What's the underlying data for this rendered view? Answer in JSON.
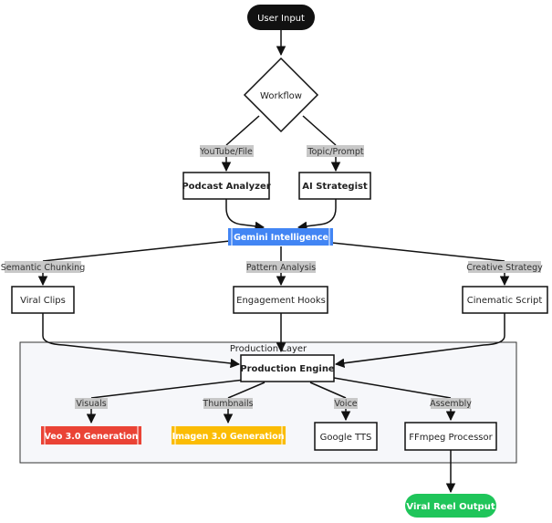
{
  "nodes": {
    "user_input": "User Input",
    "workflow": "Workflow",
    "podcast_analyzer": "Podcast Analyzer",
    "ai_strategist": "AI Strategist",
    "gemini": "Gemini Intelligence",
    "viral_clips": "Viral Clips",
    "engagement_hooks": "Engagement Hooks",
    "cinematic_script": "Cinematic Script",
    "production_engine": "Production Engine",
    "veo": "Veo 3.0 Generation",
    "imagen": "Imagen 3.0 Generation",
    "google_tts": "Google TTS",
    "ffmpeg": "FFmpeg Processor",
    "viral_reel": "Viral Reel Output"
  },
  "edge_labels": {
    "youtube_file": "YouTube/File",
    "topic_prompt": "Topic/Prompt",
    "semantic_chunking": "Semantic Chunking",
    "pattern_analysis": "Pattern Analysis",
    "creative_strategy": "Creative Strategy",
    "visuals": "Visuals",
    "thumbnails": "Thumbnails",
    "voice": "Voice",
    "assembly": "Assembly"
  },
  "subgraph": {
    "production_layer": "Production Layer"
  },
  "colors": {
    "terminal_dark": "#111111",
    "gemini_blue": "#4285f4",
    "veo_red": "#ea4335",
    "imagen_yellow": "#fbbc04",
    "output_green": "#1fc55a",
    "edge_label_bg": "#c8c8c8",
    "subgraph_bg": "#f6f7fa"
  }
}
